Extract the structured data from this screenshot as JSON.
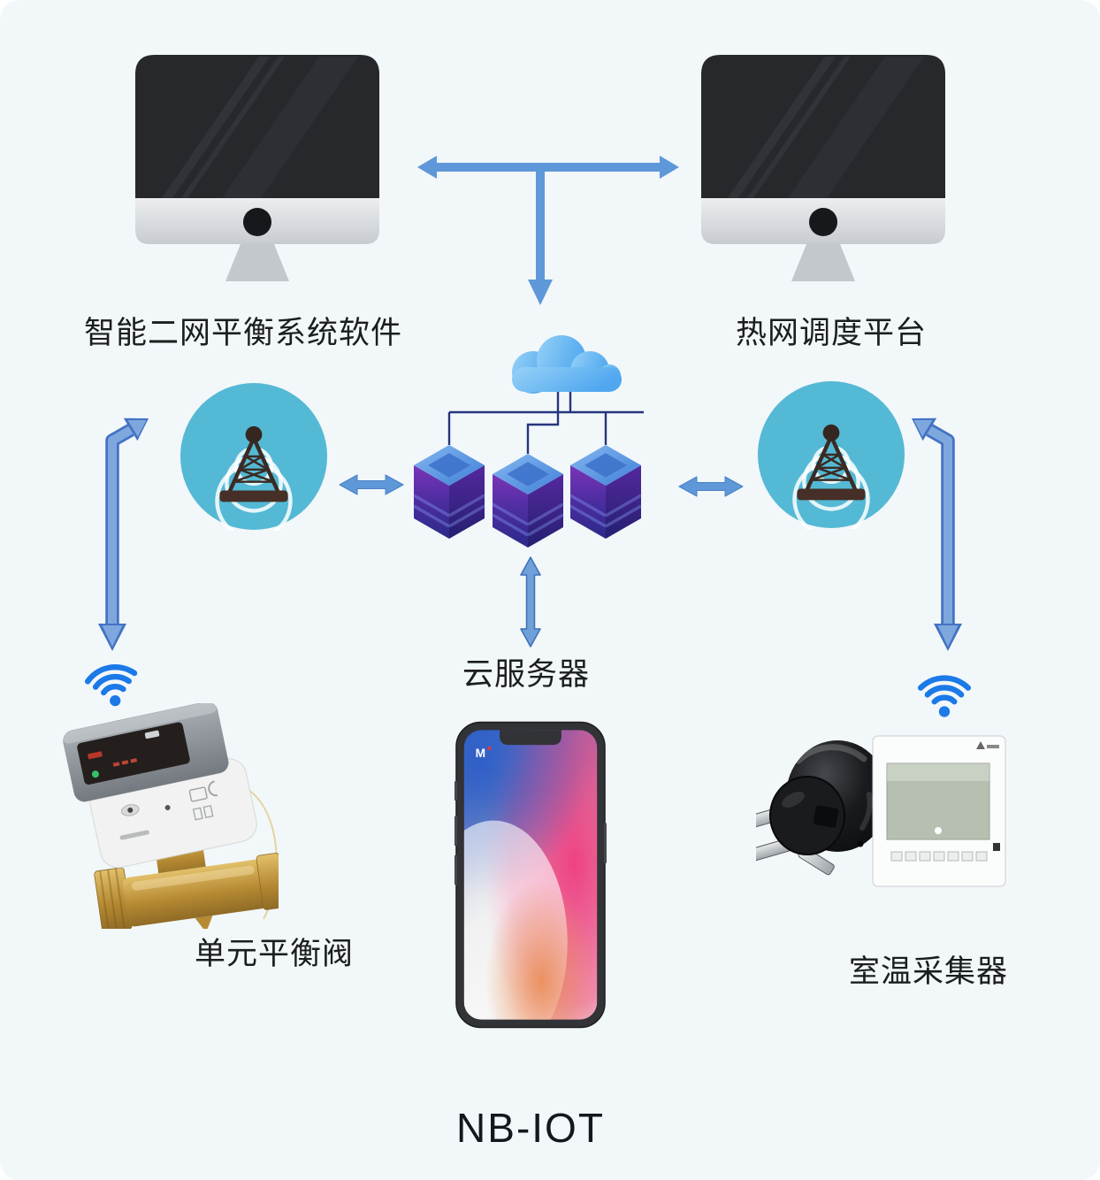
{
  "nodes": {
    "software": {
      "label": "智能二网平衡系统软件"
    },
    "dispatch_platform": {
      "label": "热网调度平台"
    },
    "cloud_server": {
      "label": "云服务器"
    },
    "balance_valve": {
      "label": "单元平衡阀"
    },
    "room_sensor": {
      "label": "室温采集器"
    }
  },
  "footer": {
    "network_label": "NB-IOT"
  },
  "phone": {
    "status_mark": "M"
  },
  "icons": {
    "monitor_left": "desktop-monitor-icon",
    "monitor_right": "desktop-monitor-icon",
    "tower_left": "signal-tower-icon",
    "tower_right": "signal-tower-icon",
    "cloud_cluster": "cloud-with-servers-icon",
    "wifi_left": "wifi-icon",
    "wifi_right": "wifi-icon",
    "valve": "balance-valve-image",
    "smartphone": "smartphone-image",
    "plug": "power-plug-image",
    "thermostat": "thermostat-image"
  },
  "colors": {
    "background": "#f2f7fa",
    "arrow": "#5e98d9",
    "arrow_outline": "#4472c4",
    "arrow_fill_light": "#7ea8dd",
    "teal_circle": "#54b9d4",
    "wifi_blue": "#1b79e8",
    "wire_navy": "#27357e",
    "server_purple": "#4b2da0",
    "cloud_blue": "#4fa7ef",
    "text": "#1b1d1f"
  }
}
